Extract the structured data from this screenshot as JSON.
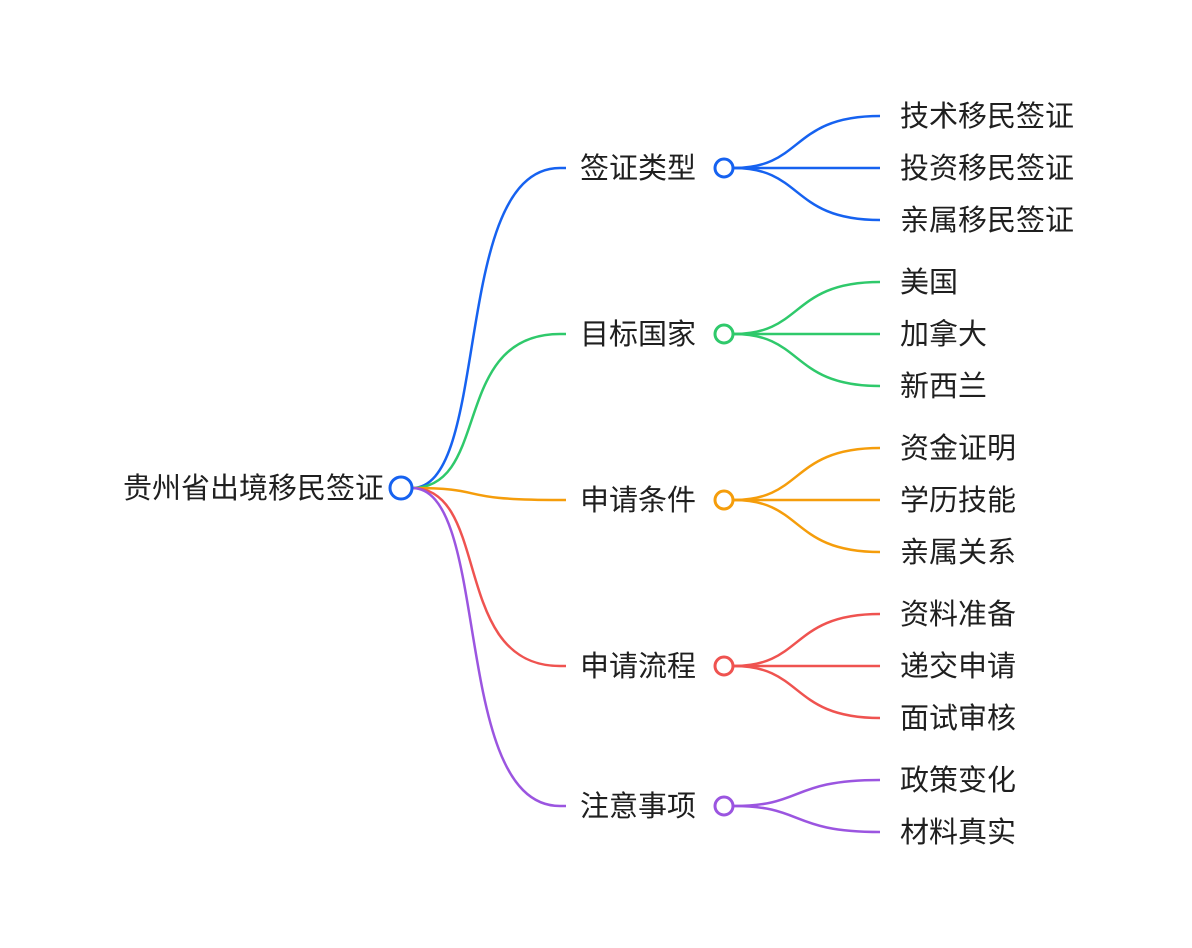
{
  "root": {
    "label": "贵州省出境移民签证",
    "color": "#1662f0"
  },
  "branches": [
    {
      "label": "签证类型",
      "color": "#1662f0",
      "children": [
        "技术移民签证",
        "投资移民签证",
        "亲属移民签证"
      ]
    },
    {
      "label": "目标国家",
      "color": "#2fc96b",
      "children": [
        "美国",
        "加拿大",
        "新西兰"
      ]
    },
    {
      "label": "申请条件",
      "color": "#f59d0b",
      "children": [
        "资金证明",
        "学历技能",
        "亲属关系"
      ]
    },
    {
      "label": "申请流程",
      "color": "#ef5350",
      "children": [
        "资料准备",
        "递交申请",
        "面试审核"
      ]
    },
    {
      "label": "注意事项",
      "color": "#9b55e0",
      "children": [
        "政策变化",
        "材料真实"
      ]
    }
  ]
}
